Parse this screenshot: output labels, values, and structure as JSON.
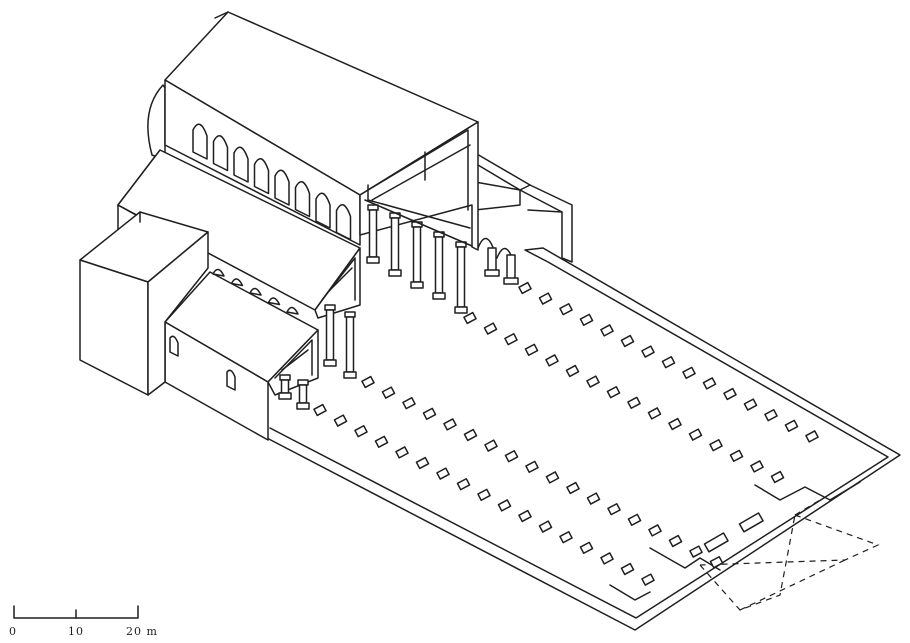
{
  "scale_bar": {
    "labels": [
      "0",
      "10",
      "20 m"
    ],
    "ticks_m": [
      0,
      10,
      20
    ]
  },
  "colors": {
    "ink": "#1f1f1f",
    "paper": "#ffffff"
  }
}
